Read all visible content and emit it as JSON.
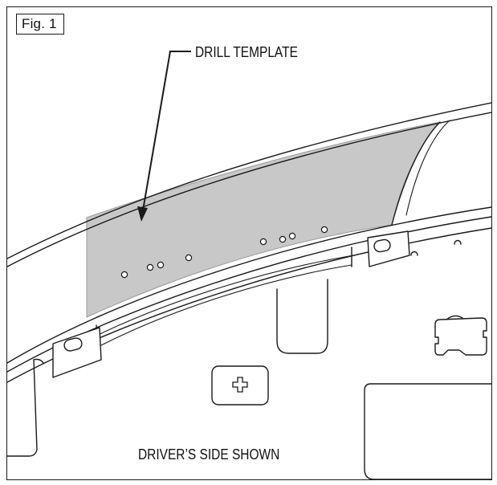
{
  "figure": {
    "label": "Fig. 1",
    "callout": "DRILL TEMPLATE",
    "caption": "DRIVER’S SIDE SHOWN"
  },
  "colors": {
    "line": "#1a1a1a",
    "template_fill": "#c8c8c8",
    "background": "#ffffff"
  },
  "icons": {
    "arrow": "arrow-icon",
    "plus": "plus-icon"
  }
}
